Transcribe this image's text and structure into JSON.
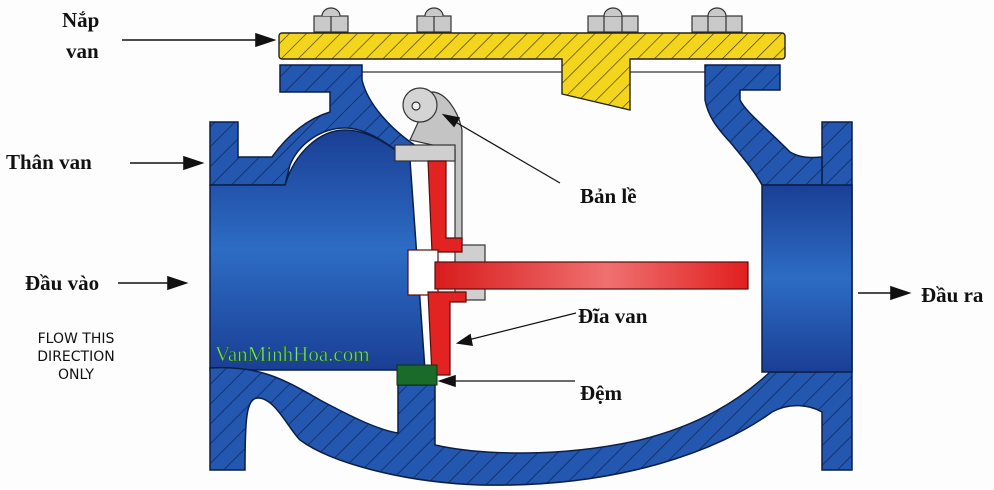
{
  "labels": {
    "cover_line1": "Nắp",
    "cover_line2": "van",
    "body": "Thân van",
    "inlet": "Đầu vào",
    "hinge": "Bản lề",
    "disc": "Đĩa van",
    "seat": "Đệm",
    "outlet": "Đầu ra",
    "flow_line1": "FLOW THIS",
    "flow_line2": "DIRECTION",
    "flow_line3": "ONLY"
  },
  "watermark": "VanMinhHoa.com",
  "colors": {
    "body_blue": "#1f4fa8",
    "cover_yellow": "#f2d51c",
    "disc_red": "#e32222",
    "hinge_gray": "#bfbfbf",
    "seat_green": "#1a6b2a"
  }
}
